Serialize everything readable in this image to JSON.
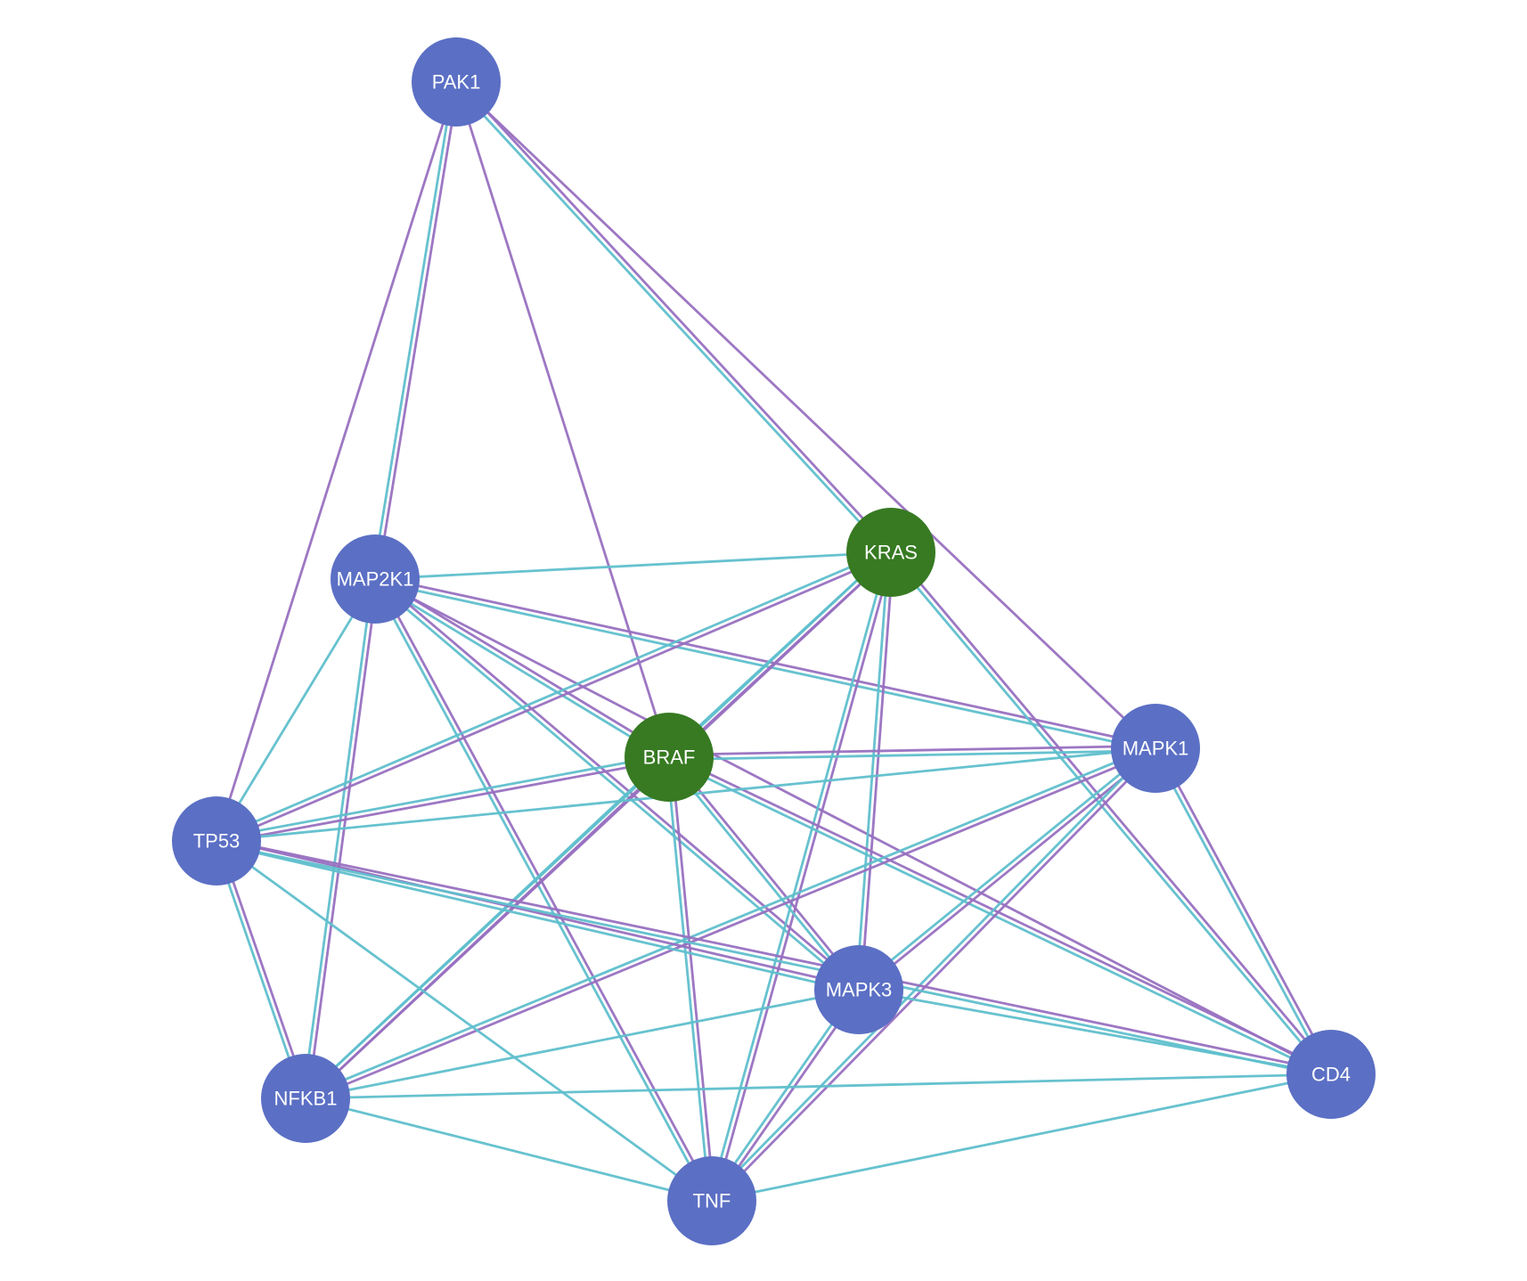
{
  "network": {
    "colors": {
      "node_default": "#5b6fc4",
      "node_highlight": "#377a22",
      "label": "#ffffff",
      "edge_purple": "#9870c0",
      "edge_teal": "#5fbfcc"
    },
    "nodes": [
      {
        "id": "PAK1",
        "label": "PAK1",
        "highlight": false
      },
      {
        "id": "MAP2K1",
        "label": "MAP2K1",
        "highlight": false
      },
      {
        "id": "KRAS",
        "label": "KRAS",
        "highlight": true
      },
      {
        "id": "BRAF",
        "label": "BRAF",
        "highlight": true
      },
      {
        "id": "MAPK1",
        "label": "MAPK1",
        "highlight": false
      },
      {
        "id": "TP53",
        "label": "TP53",
        "highlight": false
      },
      {
        "id": "MAPK3",
        "label": "MAPK3",
        "highlight": false
      },
      {
        "id": "NFKB1",
        "label": "NFKB1",
        "highlight": false
      },
      {
        "id": "CD4",
        "label": "CD4",
        "highlight": false
      },
      {
        "id": "TNF",
        "label": "TNF",
        "highlight": false
      }
    ],
    "edges": [
      {
        "source": "PAK1",
        "target": "MAP2K1",
        "types": [
          "purple",
          "teal"
        ]
      },
      {
        "source": "PAK1",
        "target": "TP53",
        "types": [
          "purple"
        ]
      },
      {
        "source": "PAK1",
        "target": "BRAF",
        "types": [
          "purple"
        ]
      },
      {
        "source": "PAK1",
        "target": "KRAS",
        "types": [
          "purple",
          "teal"
        ]
      },
      {
        "source": "PAK1",
        "target": "MAPK1",
        "types": [
          "purple"
        ]
      },
      {
        "source": "MAP2K1",
        "target": "KRAS",
        "types": [
          "teal"
        ]
      },
      {
        "source": "MAP2K1",
        "target": "BRAF",
        "types": [
          "purple",
          "teal"
        ]
      },
      {
        "source": "MAP2K1",
        "target": "MAPK1",
        "types": [
          "purple",
          "teal"
        ]
      },
      {
        "source": "MAP2K1",
        "target": "MAPK3",
        "types": [
          "purple",
          "teal"
        ]
      },
      {
        "source": "MAP2K1",
        "target": "TP53",
        "types": [
          "teal"
        ]
      },
      {
        "source": "MAP2K1",
        "target": "NFKB1",
        "types": [
          "purple",
          "teal"
        ]
      },
      {
        "source": "MAP2K1",
        "target": "TNF",
        "types": [
          "purple",
          "teal"
        ]
      },
      {
        "source": "MAP2K1",
        "target": "CD4",
        "types": [
          "purple"
        ]
      },
      {
        "source": "KRAS",
        "target": "BRAF",
        "types": [
          "purple",
          "teal"
        ]
      },
      {
        "source": "KRAS",
        "target": "TP53",
        "types": [
          "purple",
          "teal"
        ]
      },
      {
        "source": "KRAS",
        "target": "MAPK3",
        "types": [
          "purple",
          "teal"
        ]
      },
      {
        "source": "KRAS",
        "target": "NFKB1",
        "types": [
          "purple",
          "teal"
        ]
      },
      {
        "source": "KRAS",
        "target": "TNF",
        "types": [
          "purple",
          "teal"
        ]
      },
      {
        "source": "KRAS",
        "target": "CD4",
        "types": [
          "purple",
          "teal"
        ]
      },
      {
        "source": "BRAF",
        "target": "MAPK1",
        "types": [
          "purple",
          "teal"
        ]
      },
      {
        "source": "BRAF",
        "target": "TP53",
        "types": [
          "purple",
          "teal"
        ]
      },
      {
        "source": "BRAF",
        "target": "MAPK3",
        "types": [
          "purple",
          "teal"
        ]
      },
      {
        "source": "BRAF",
        "target": "NFKB1",
        "types": [
          "purple",
          "teal"
        ]
      },
      {
        "source": "BRAF",
        "target": "TNF",
        "types": [
          "purple",
          "teal"
        ]
      },
      {
        "source": "BRAF",
        "target": "CD4",
        "types": [
          "purple",
          "teal"
        ]
      },
      {
        "source": "MAPK1",
        "target": "TP53",
        "types": [
          "teal"
        ]
      },
      {
        "source": "MAPK1",
        "target": "MAPK3",
        "types": [
          "purple",
          "teal"
        ]
      },
      {
        "source": "MAPK1",
        "target": "NFKB1",
        "types": [
          "purple",
          "teal"
        ]
      },
      {
        "source": "MAPK1",
        "target": "TNF",
        "types": [
          "purple",
          "teal"
        ]
      },
      {
        "source": "MAPK1",
        "target": "CD4",
        "types": [
          "purple",
          "teal"
        ]
      },
      {
        "source": "TP53",
        "target": "MAPK3",
        "types": [
          "purple",
          "teal"
        ]
      },
      {
        "source": "TP53",
        "target": "NFKB1",
        "types": [
          "purple",
          "teal"
        ]
      },
      {
        "source": "TP53",
        "target": "TNF",
        "types": [
          "teal"
        ]
      },
      {
        "source": "TP53",
        "target": "CD4",
        "types": [
          "purple",
          "teal"
        ]
      },
      {
        "source": "MAPK3",
        "target": "NFKB1",
        "types": [
          "teal"
        ]
      },
      {
        "source": "MAPK3",
        "target": "TNF",
        "types": [
          "purple",
          "teal"
        ]
      },
      {
        "source": "MAPK3",
        "target": "CD4",
        "types": [
          "teal"
        ]
      },
      {
        "source": "NFKB1",
        "target": "CD4",
        "types": [
          "teal"
        ]
      },
      {
        "source": "NFKB1",
        "target": "TNF",
        "types": [
          "teal"
        ]
      },
      {
        "source": "TNF",
        "target": "CD4",
        "types": [
          "teal"
        ]
      }
    ]
  }
}
